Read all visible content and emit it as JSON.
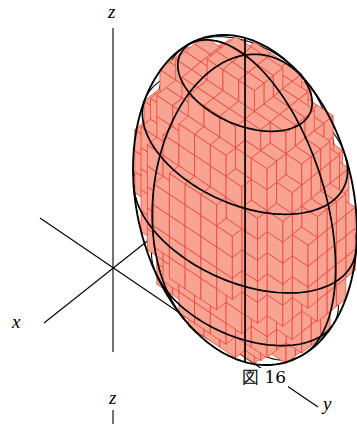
{
  "diagram": {
    "caption": "図 16",
    "labels": [
      "z",
      "x",
      "y",
      "z"
    ]
  }
}
